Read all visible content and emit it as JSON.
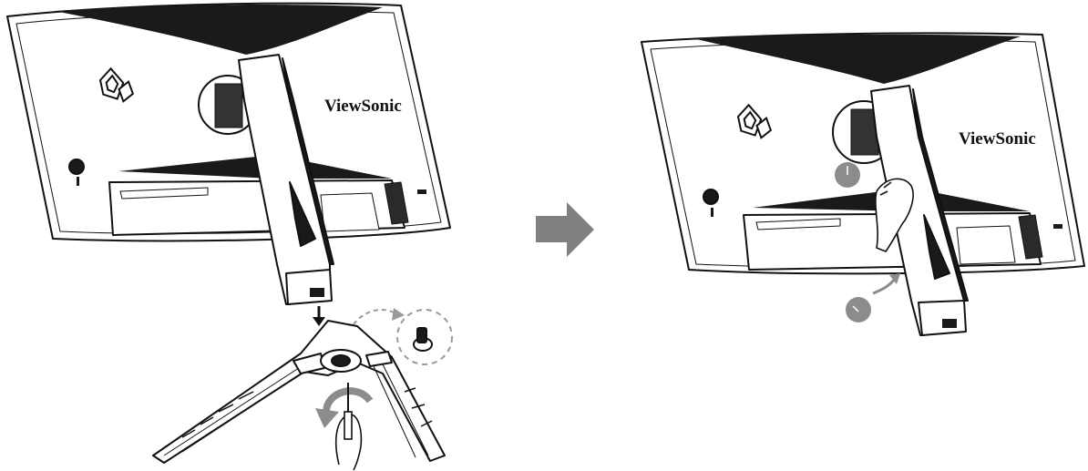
{
  "figure": {
    "left_panel": {
      "brand_text": "ViewSonic",
      "step": "attach base to stand and tighten screw"
    },
    "arrow": {
      "color": "#808080"
    },
    "right_panel": {
      "brand_text": "ViewSonic",
      "step": "lift stand upright"
    },
    "colors": {
      "line": "#111111",
      "shade_dark": "#1a1a1a",
      "shade_mid": "#9a9a9a",
      "accent_gray": "#8c8c8c",
      "fill_light": "#ffffff"
    },
    "icons": [
      "viewsonic-logo-icon",
      "screwdriver-hand-icon",
      "screw-icon",
      "rotate-arrow-icon",
      "hand-icon"
    ]
  }
}
